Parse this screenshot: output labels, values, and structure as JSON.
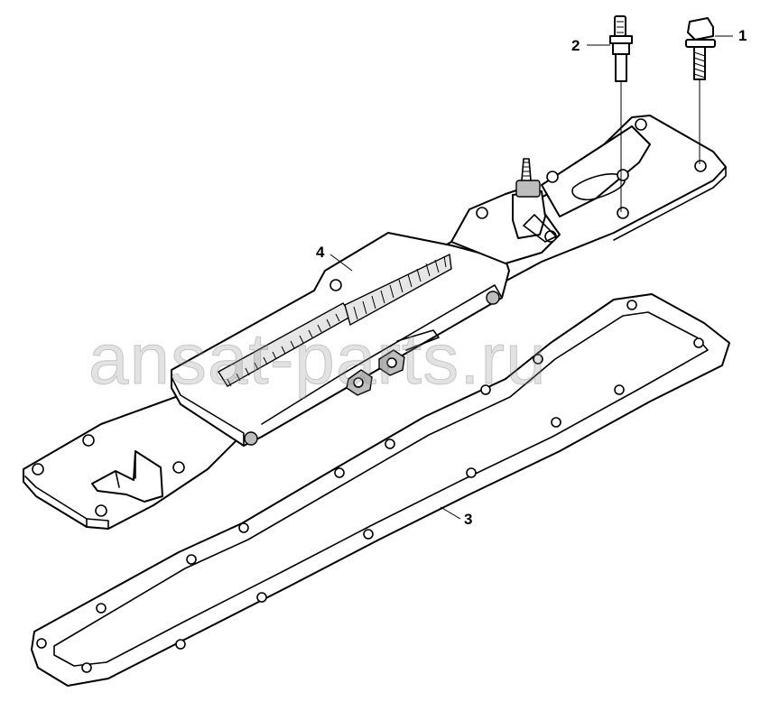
{
  "callouts": {
    "bolt": "1",
    "stud": "2",
    "gasket": "3",
    "cooler_cover": "4"
  },
  "watermark": "ansat-parts.ru"
}
